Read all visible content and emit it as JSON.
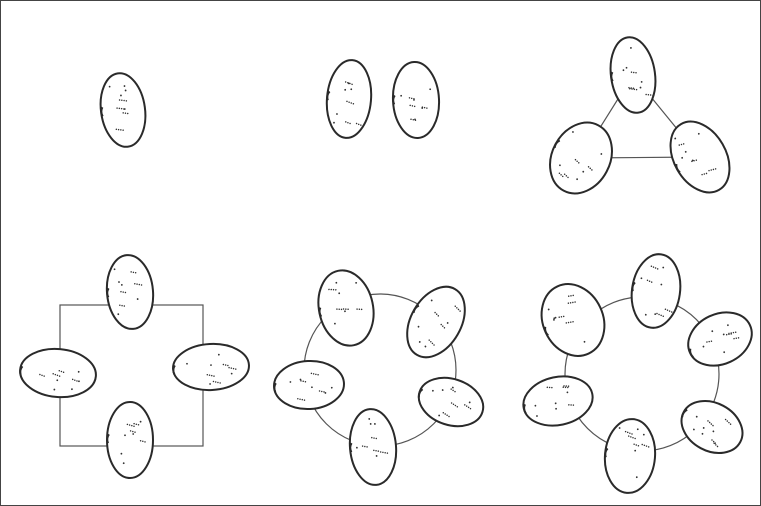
{
  "figure": {
    "type": "cell-cluster diagram",
    "panel_count": 6,
    "panels": [
      {
        "id": "single",
        "cell_count": 1,
        "connector": "none"
      },
      {
        "id": "pair",
        "cell_count": 2,
        "connector": "none"
      },
      {
        "id": "triangle",
        "cell_count": 3,
        "connector": "triangle"
      },
      {
        "id": "square",
        "cell_count": 4,
        "connector": "square"
      },
      {
        "id": "pentagon-ring",
        "cell_count": 5,
        "connector": "circle"
      },
      {
        "id": "hexagon-ring",
        "cell_count": 6,
        "connector": "circle"
      }
    ]
  },
  "colors": {
    "background": "#ffffff",
    "frame": "#444444",
    "cell_outline": "#2a2a2a",
    "connector": "#555555",
    "speckle": "#333333"
  }
}
